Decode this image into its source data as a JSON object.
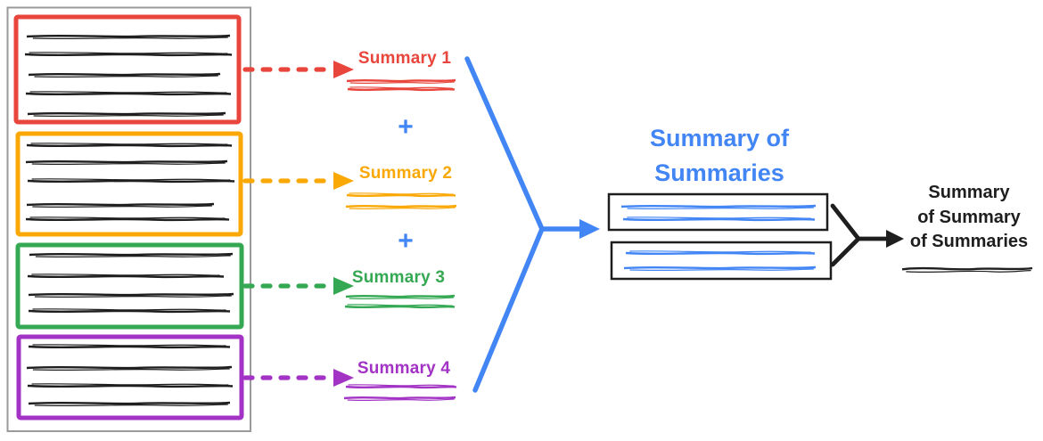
{
  "colors": {
    "red": "#E8463C",
    "yellow": "#F9A806",
    "green": "#34A853",
    "purple": "#A233C4",
    "blue": "#4285F4",
    "ink": "#1E1E1E",
    "outer_border": "#9A9A9A"
  },
  "summaries": [
    {
      "label": "Summary 1",
      "color": "red"
    },
    {
      "label": "Summary 2",
      "color": "yellow"
    },
    {
      "label": "Summary 3",
      "color": "green"
    },
    {
      "label": "Summary 4",
      "color": "purple"
    }
  ],
  "operators": {
    "plus1": "+",
    "plus2": "+"
  },
  "summary_of_summaries": {
    "title_line1": "Summary of",
    "title_line2": "Summaries"
  },
  "final_summary": {
    "line1": "Summary",
    "line2": "of Summary",
    "line3": "of Summaries"
  }
}
